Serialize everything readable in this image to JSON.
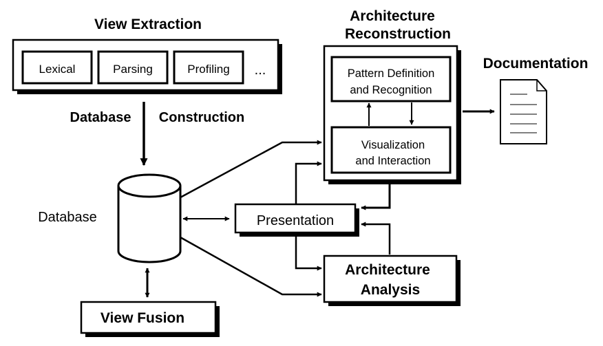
{
  "titles": {
    "view_extraction": "View Extraction",
    "architecture_reconstruction_line1": "Architecture",
    "architecture_reconstruction_line2": "Reconstruction",
    "documentation": "Documentation",
    "database_construction_part1": "Database",
    "database_construction_part2": "Construction"
  },
  "extraction_items": [
    "Lexical",
    "Parsing",
    "Profiling"
  ],
  "extraction_more": "...",
  "reconstruction": {
    "pattern_line1": "Pattern Definition",
    "pattern_line2": "and Recognition",
    "visualization_line1": "Visualization",
    "visualization_line2": "and Interaction"
  },
  "database_label": "Database",
  "presentation_label": "Presentation",
  "analysis_line1": "Architecture",
  "analysis_line2": "Analysis",
  "view_fusion_label": "View Fusion",
  "colors": {
    "stroke": "#000000",
    "shadow": "#000000",
    "background": "#ffffff"
  },
  "icons": {
    "documentation": "document-icon",
    "database": "database-cylinder-icon"
  }
}
